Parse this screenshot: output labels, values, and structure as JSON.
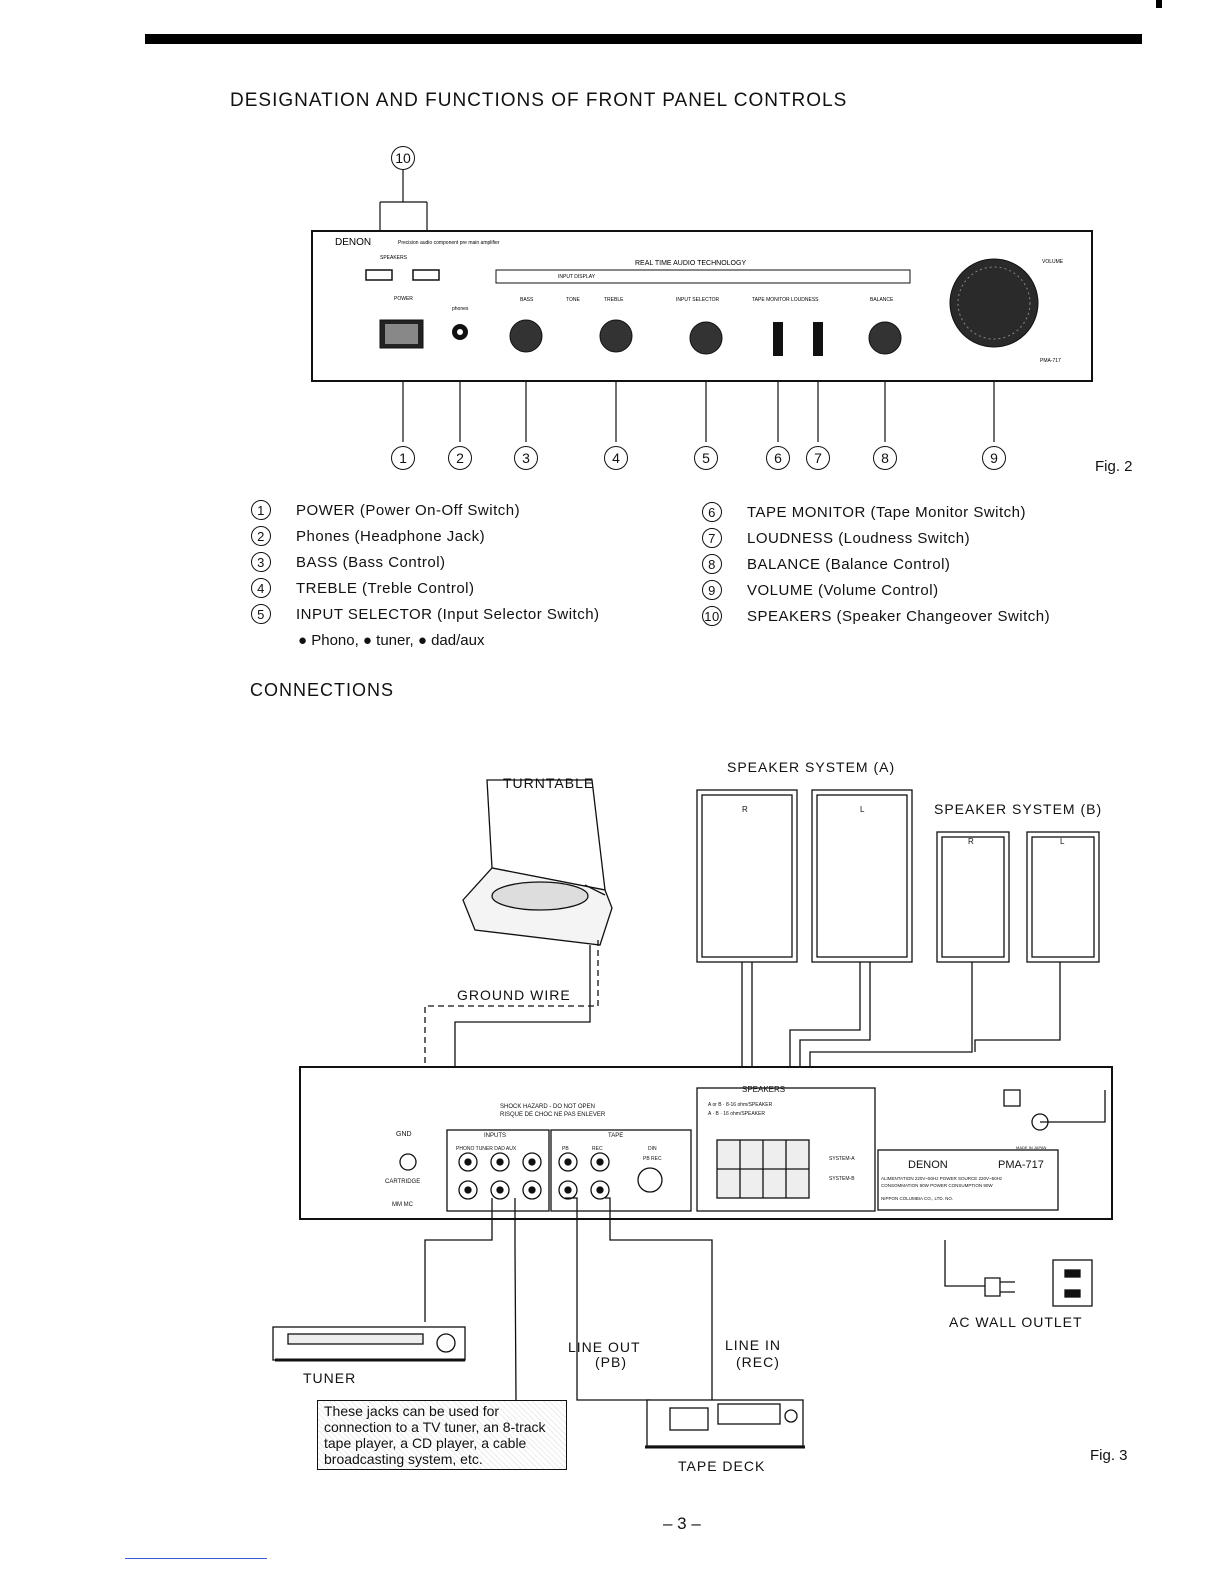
{
  "page_title": "DESIGNATION AND FUNCTIONS OF FRONT PANEL CONTROLS",
  "fig2_label": "Fig. 2",
  "fig3_label": "Fig. 3",
  "panel": {
    "brand": "DENON",
    "tagline": "Precision audio component pre main amplifier",
    "speakers_label": "SPEAKERS",
    "power_label": "POWER",
    "phones_label": "phones",
    "rta": "REAL TIME AUDIO TECHNOLOGY",
    "input_display": "INPUT DISPLAY",
    "bass": "BASS",
    "tone": "TONE",
    "treble": "TREBLE",
    "input_selector": "INPUT SELECTOR",
    "tape_monitor_loudness": "TAPE MONITOR LOUDNESS",
    "balance": "BALANCE",
    "volume": "VOLUME",
    "model": "PMA-717"
  },
  "callouts": [
    "1",
    "2",
    "3",
    "4",
    "5",
    "6",
    "7",
    "8",
    "9",
    "10"
  ],
  "legend_left": [
    {
      "num": "1",
      "text": "POWER (Power On-Off Switch)"
    },
    {
      "num": "2",
      "text": "Phones (Headphone Jack)"
    },
    {
      "num": "3",
      "text": "BASS (Bass Control)"
    },
    {
      "num": "4",
      "text": "TREBLE (Treble Control)"
    },
    {
      "num": "5",
      "text": "INPUT SELECTOR (Input Selector Switch)"
    }
  ],
  "legend_sub": "● Phono, ● tuner, ● dad/aux",
  "legend_right": [
    {
      "num": "6",
      "text": "TAPE MONITOR (Tape Monitor Switch)"
    },
    {
      "num": "7",
      "text": "LOUDNESS (Loudness Switch)"
    },
    {
      "num": "8",
      "text": "BALANCE (Balance Control)"
    },
    {
      "num": "9",
      "text": "VOLUME (Volume Control)"
    },
    {
      "num": "10",
      "text": "SPEAKERS (Speaker Changeover Switch)"
    }
  ],
  "connections_title": "CONNECTIONS",
  "diagram": {
    "turntable": "TURNTABLE",
    "ground_wire": "GROUND WIRE",
    "speaker_a": "SPEAKER SYSTEM (A)",
    "speaker_b": "SPEAKER SYSTEM (B)",
    "r": "R",
    "l": "L",
    "gnd": "GND",
    "cartridge": "CARTRIDGE",
    "mm_mc": "MM MC",
    "shock1": "SHOCK HAZARD - DO NOT OPEN",
    "shock2": "RISQUE DE CHOC   NE PAS ENLEVER",
    "inputs": "INPUTS",
    "tape": "TAPE",
    "in_labels": "PHONO  TUNER  DAD AUX",
    "pb": "PB",
    "rec": "REC",
    "din": "DIN",
    "pb_rec": "PB REC",
    "speakers": "SPEAKERS",
    "sp_line1": "A or B · 8-16 ohm/SPEAKER",
    "sp_line2": "A · B · 16 ohm/SPEAKER",
    "system_a": "SYSTEM-A",
    "system_b": "SYSTEM-B",
    "made_in": "MADE IN JAPAN",
    "plate_brand": "DENON",
    "plate_model": "PMA-717",
    "plate_line1": "ALIMENTATION 220V~50Hz POWER SOURCE 220V~50Hz",
    "plate_line2": "CONSOMMATION 90W POWER CONSUMPTION 90W",
    "plate_line3": "NIPPON COLUMBIA CO., LTD. NO.",
    "tuner": "TUNER",
    "line_out": "LINE OUT",
    "line_out_sub": "(PB)",
    "line_in": "LINE IN",
    "line_in_sub": "(REC)",
    "tape_deck": "TAPE DECK",
    "ac_outlet": "AC WALL OUTLET",
    "note": "These jacks can be used for connection to a TV tuner, an 8-track tape player, a CD player, a cable broadcasting system, etc."
  },
  "page_number": "– 3 –"
}
